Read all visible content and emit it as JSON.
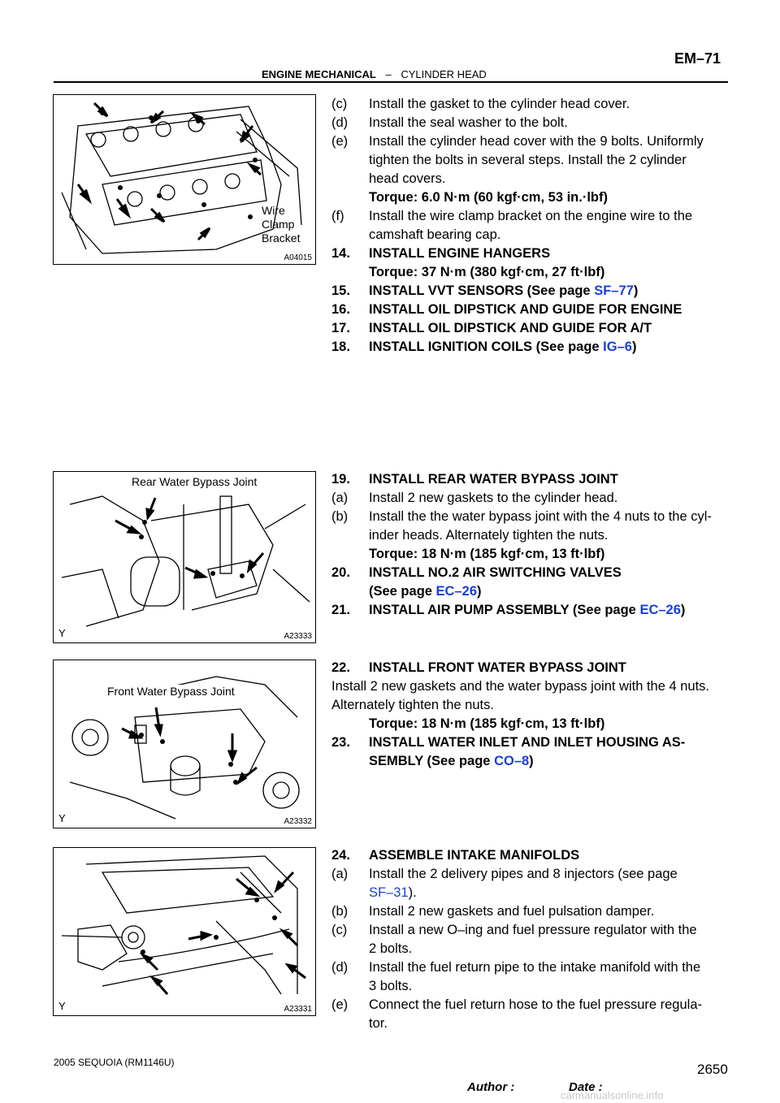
{
  "header": {
    "section": "ENGINE MECHANICAL",
    "separator": "–",
    "subsection": "CYLINDER HEAD",
    "page": "EM–71"
  },
  "figures": [
    {
      "code": "A04015",
      "label_lines": [
        "Wire",
        "Clamp",
        "Bracket"
      ]
    },
    {
      "code": "A23333",
      "label": "Rear Water Bypass Joint",
      "marker": "Y"
    },
    {
      "code": "A23332",
      "label": "Front Water Bypass Joint",
      "marker": "Y"
    },
    {
      "code": "A23331",
      "marker": "Y"
    }
  ],
  "steps": {
    "c1": {
      "num": "(c)",
      "text": "Install the gasket to the cylinder head cover."
    },
    "d1": {
      "num": "(d)",
      "text": "Install the seal washer to the bolt."
    },
    "e1": {
      "num": "(e)",
      "text": "Install the cylinder head cover with the 9 bolts. Uniformly",
      "cont1": "tighten the bolts in several steps. Install the 2 cylinder",
      "cont2": "head covers.",
      "torque": "Torque: 6.0 N·m (60 kgf·cm, 53 in.·lbf)"
    },
    "f1": {
      "num": "(f)",
      "text": "Install the wire clamp bracket on the engine wire to the",
      "cont1": "camshaft bearing cap."
    },
    "s14": {
      "num": "14.",
      "text": "INSTALL ENGINE HANGERS",
      "torque": "Torque: 37 N·m (380 kgf·cm, 27 ft·lbf)"
    },
    "s15": {
      "num": "15.",
      "text": "INSTALL VVT SENSORS (See page ",
      "link": "SF–77",
      "end": ")"
    },
    "s16": {
      "num": "16.",
      "text": "INSTALL OIL DIPSTICK AND GUIDE FOR ENGINE"
    },
    "s17": {
      "num": "17.",
      "text": "INSTALL OIL DIPSTICK AND GUIDE FOR A/T"
    },
    "s18": {
      "num": "18.",
      "text": "INSTALL IGNITION COILS (See page ",
      "link": "IG–6",
      "end": ")"
    },
    "s19": {
      "num": "19.",
      "text": "INSTALL REAR WATER BYPASS JOINT"
    },
    "a19": {
      "num": "(a)",
      "text": "Install 2 new gaskets to the cylinder head."
    },
    "b19": {
      "num": "(b)",
      "text": "Install the the water bypass joint with the 4 nuts to the cyl-",
      "cont1": "inder heads. Alternately tighten the nuts.",
      "torque": "Torque: 18 N·m (185 kgf·cm, 13 ft·lbf)"
    },
    "s20": {
      "num": "20.",
      "text": "INSTALL NO.2 AIR SWITCHING VALVES",
      "cont1": "(See page ",
      "link": "EC–26",
      "end": ")"
    },
    "s21": {
      "num": "21.",
      "text": "INSTALL AIR PUMP ASSEMBLY (See page ",
      "link": "EC–26",
      "end": ")"
    },
    "s22": {
      "num": "22.",
      "text": "INSTALL FRONT WATER BYPASS JOINT"
    },
    "p22": {
      "line1": "Install 2 new gaskets and the water bypass joint with the 4 nuts.",
      "line2": "Alternately tighten the nuts.",
      "torque": "Torque: 18 N·m (185 kgf·cm, 13 ft·lbf)"
    },
    "s23": {
      "num": "23.",
      "text": "INSTALL WATER INLET AND INLET HOUSING AS-",
      "cont1": "SEMBLY (See page ",
      "link": "CO–8",
      "end": ")"
    },
    "s24": {
      "num": "24.",
      "text": "ASSEMBLE INTAKE MANIFOLDS"
    },
    "a24": {
      "num": "(a)",
      "text": "Install the 2 delivery pipes and 8 injectors (see page",
      "link": "SF–31",
      "end": ")."
    },
    "b24": {
      "num": "(b)",
      "text": "Install 2 new gaskets and fuel pulsation damper."
    },
    "c24": {
      "num": "(c)",
      "text": "Install a new O–ing and fuel pressure regulator with the",
      "cont1": "2 bolts."
    },
    "d24": {
      "num": "(d)",
      "text": "Install the fuel return pipe to the intake manifold with the",
      "cont1": "3 bolts."
    },
    "e24": {
      "num": "(e)",
      "text": "Connect the fuel return hose to the fuel pressure regula-",
      "cont1": "tor."
    }
  },
  "footer": {
    "model": "2005 SEQUOIA   (RM1146U)",
    "number": "2650",
    "author": "Author :",
    "date": "Date :",
    "watermark": "carmanualsonline.info"
  }
}
